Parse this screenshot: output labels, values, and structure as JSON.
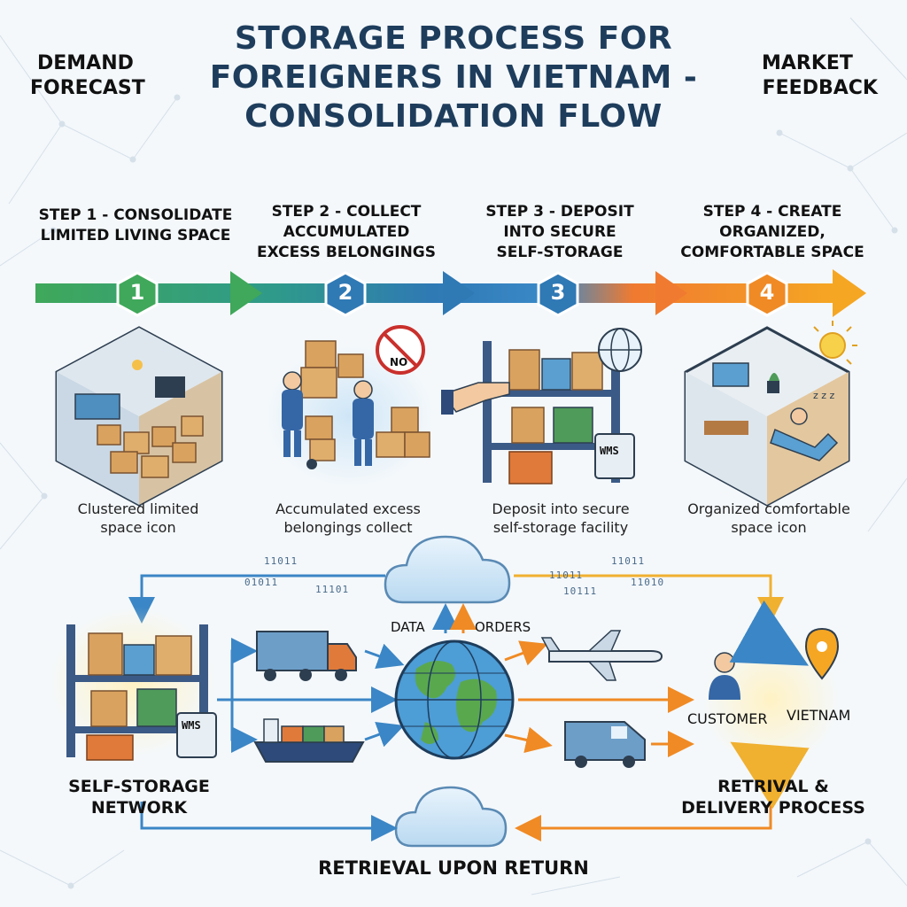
{
  "title": {
    "line1": "STORAGE PROCESS FOR",
    "line2": "FOREIGNERS IN VIETNAM -",
    "line3": "CONSOLIDATION FLOW"
  },
  "corners": {
    "demand_line1": "DEMAND",
    "demand_line2": "FORECAST",
    "market_line1": "MARKET",
    "market_line2": "FEEDBACK"
  },
  "steps": [
    {
      "number": "1",
      "title_lines": [
        "STEP 1 - CONSOLIDATE",
        "LIMITED LIVING SPACE",
        ""
      ],
      "caption_lines": [
        "Clustered limited",
        "space icon"
      ],
      "color": "#3fa85a"
    },
    {
      "number": "2",
      "title_lines": [
        "STEP 2 - COLLECT",
        "ACCUMULATED",
        "EXCESS BELONGINGS"
      ],
      "caption_lines": [
        "Accumulated excess",
        "belongings collect"
      ],
      "color": "#2f79b5"
    },
    {
      "number": "3",
      "title_lines": [
        "STEP 3 - DEPOSIT",
        "INTO SECURE",
        "SELF-STORAGE"
      ],
      "caption_lines": [
        "Deposit into secure",
        "self-storage facility"
      ],
      "color": "#2f79b5"
    },
    {
      "number": "4",
      "title_lines": [
        "STEP 4 - CREATE",
        "ORGANIZED,",
        "COMFORTABLE SPACE"
      ],
      "caption_lines": [
        "Organized comfortable",
        "space icon"
      ],
      "color": "#f08a24"
    }
  ],
  "icons": {
    "no_sign": "NO",
    "wms": "WMS",
    "sleep": "z z z"
  },
  "binary": {
    "left_top": "11011",
    "left_mid": "01011",
    "left_low": "11101",
    "right_top": "11011",
    "right_mid1": "11011",
    "right_mid2": "11010",
    "right_low": "10111"
  },
  "network": {
    "data_label": "DATA",
    "orders_label": "ORDERS",
    "self_storage_line1": "SELF-STORAGE",
    "self_storage_line2": "NETWORK",
    "customer_label": "CUSTOMER",
    "vietnam_label": "VIETNAM",
    "retrieval_line1": "RETRIVAL &",
    "retrieval_line2": "DELIVERY PROCESS",
    "return_label": "RETRIEVAL UPON RETURN"
  },
  "colors": {
    "green": "#3fa85a",
    "blue": "#2f79b5",
    "orange": "#f08a24",
    "navy": "#1e3d5c",
    "box": "#d9a25e"
  }
}
